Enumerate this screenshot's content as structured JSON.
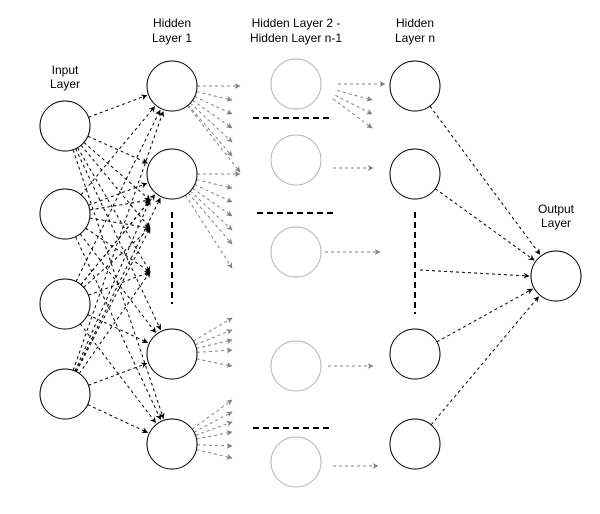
{
  "labels": {
    "input": [
      "Input",
      "Layer"
    ],
    "hidden1": [
      "Hidden",
      "Layer 1"
    ],
    "hidden_mid": [
      "Hidden Layer 2 -",
      "Hidden Layer n-1"
    ],
    "hiddenN": [
      "Hidden",
      "Layer n"
    ],
    "output": [
      "Output",
      "Layer"
    ]
  },
  "colors": {
    "node_stroke": "#000000",
    "faded_node_stroke": "#b3b3b3",
    "arrow": "#000000",
    "faded_arrow": "#808080",
    "background": "#ffffff"
  }
}
